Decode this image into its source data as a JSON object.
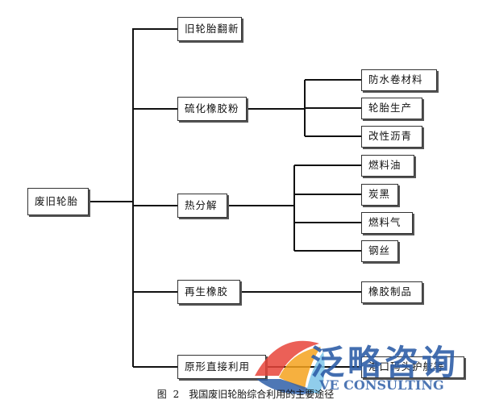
{
  "diagram": {
    "root": "废旧轮胎",
    "branches": [
      {
        "label": "旧轮胎翻新",
        "children": []
      },
      {
        "label": "硫化橡胶粉",
        "children": [
          "防水卷材料",
          "轮胎生产",
          "改性沥青"
        ]
      },
      {
        "label": "热分解",
        "children": [
          "燃料油",
          "炭黑",
          "燃料气",
          "钢丝"
        ]
      },
      {
        "label": "再生橡胶",
        "children": [
          "橡胶制品"
        ]
      },
      {
        "label": "原形直接利用",
        "children": [
          "港口码头护舷等"
        ]
      }
    ]
  },
  "caption": {
    "figure_no": "图 2",
    "text": "我国废旧轮胎综合利用的主要途径"
  },
  "watermark": {
    "text": "泛略咨询",
    "subtext": "VE CONSULTING",
    "colors": [
      "#e8443a",
      "#f4a21d",
      "#2f5fa8",
      "#7cc4e8"
    ]
  }
}
